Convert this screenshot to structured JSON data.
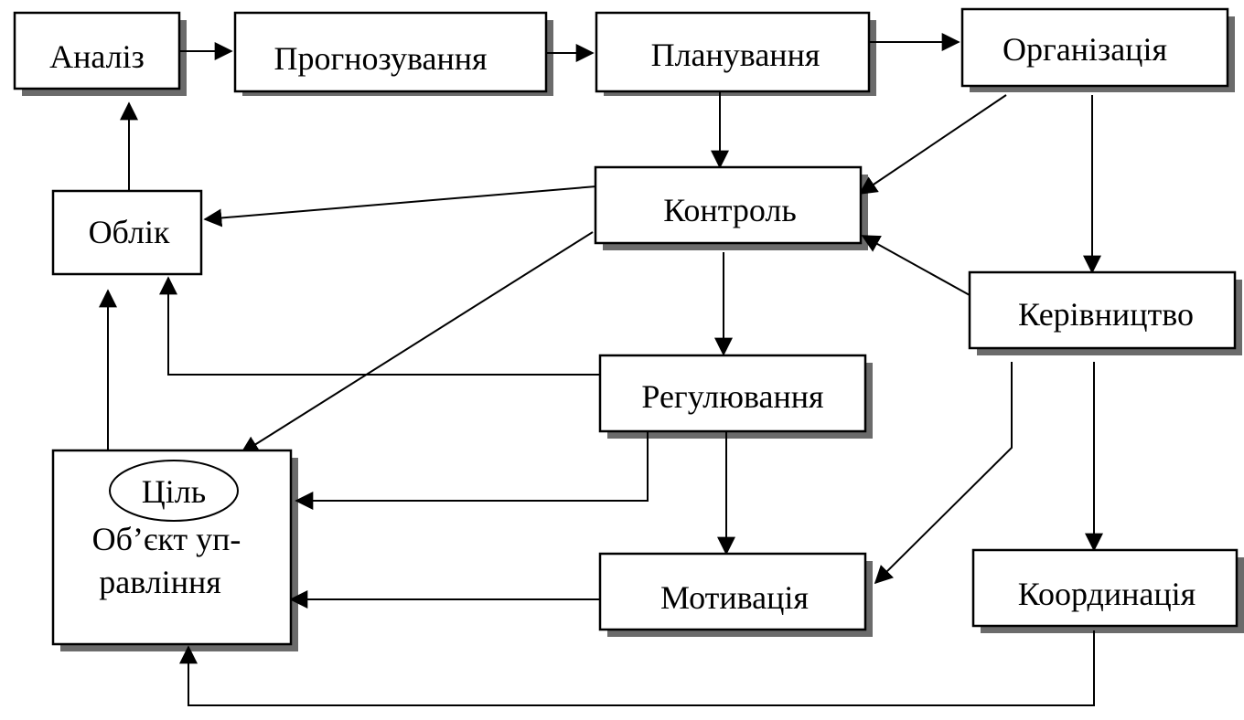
{
  "nodes": {
    "analiz": "Аналіз",
    "prognozuvannia": "Прогнозування",
    "planuvannia": "Планування",
    "organizatsiia": "Організація",
    "oblik": "Облік",
    "kontrol": "Контроль",
    "kerivnytstvo": "Керівництво",
    "reguliuvannia": "Регулювання",
    "motyvatsiia": "Мотивація",
    "koordynatsiia": "Координація",
    "obiekt_line1": "Об’єкт уп-",
    "obiekt_line2": "равління",
    "tsil": "Ціль"
  },
  "colors": {
    "line": "#000000",
    "shadow": "#6b6b6b",
    "fill": "#ffffff"
  }
}
